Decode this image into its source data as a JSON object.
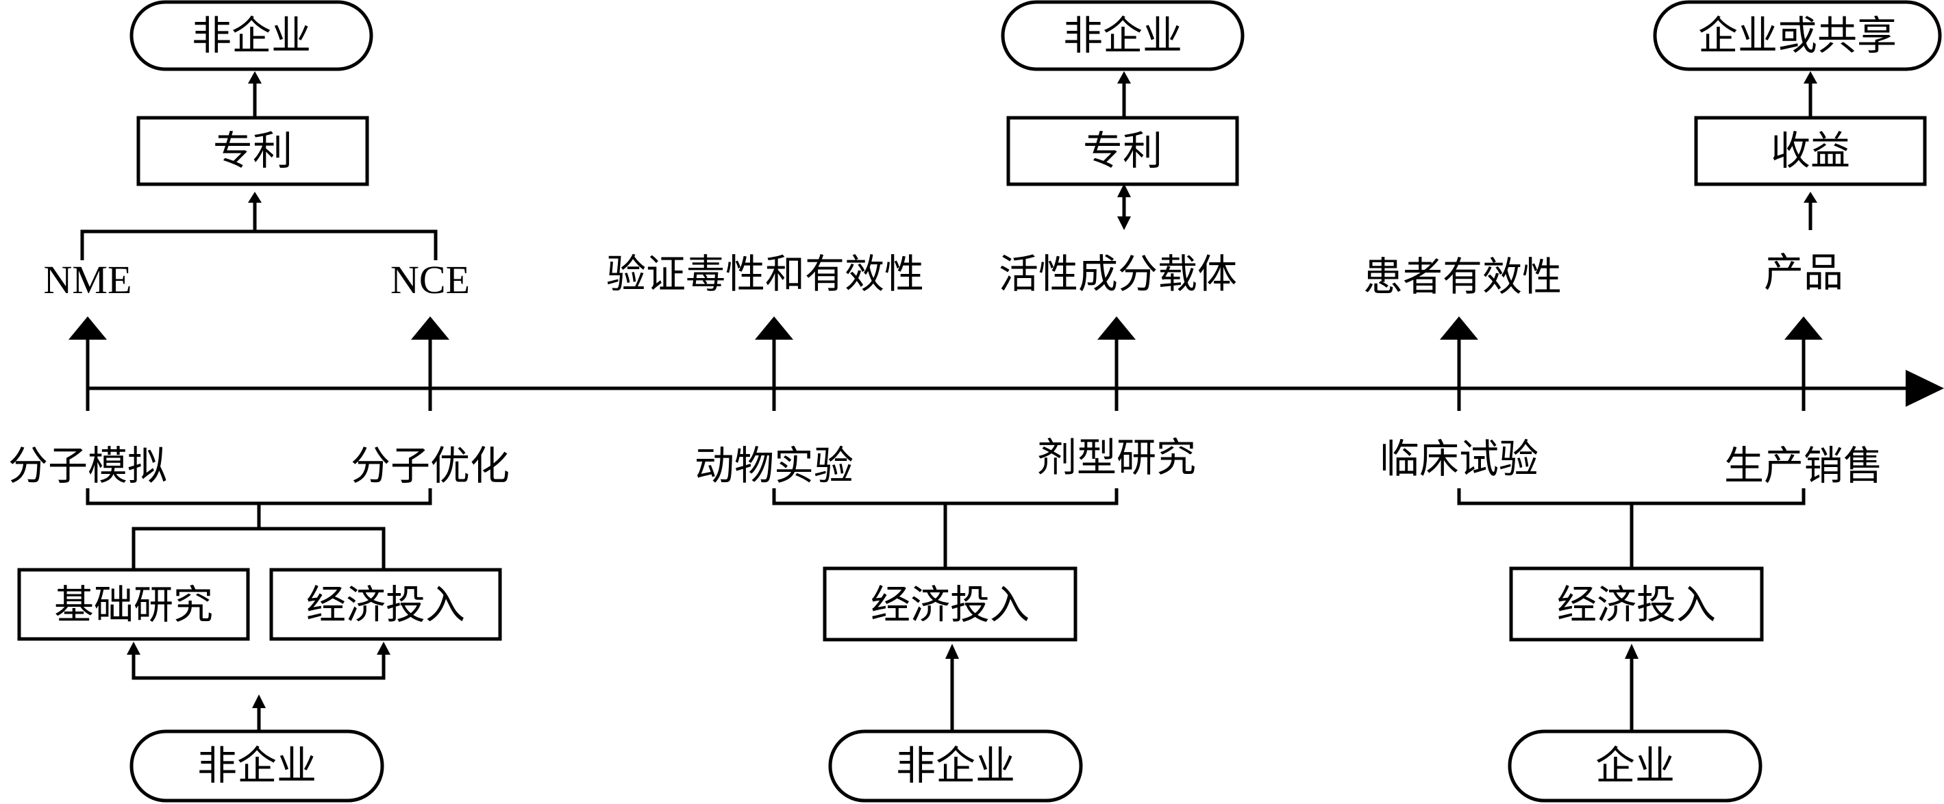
{
  "timeline": {
    "stages": [
      "分子模拟",
      "分子优化",
      "动物实验",
      "剂型研究",
      "临床试验",
      "生产销售"
    ],
    "outputs": [
      "NME",
      "NCE",
      "验证毒性和有效性",
      "活性成分载体",
      "患者有效性",
      "产品"
    ]
  },
  "top": {
    "g1": {
      "box": "专利",
      "owner": "非企业"
    },
    "g2": {
      "box": "专利",
      "owner": "非企业"
    },
    "g3": {
      "box": "收益",
      "owner": "企业或共享"
    }
  },
  "bottom": {
    "g1": {
      "boxes": [
        "基础研究",
        "经济投入"
      ],
      "source": "非企业"
    },
    "g2": {
      "box": "经济投入",
      "source": "非企业"
    },
    "g3": {
      "box": "经济投入",
      "source": "企业"
    }
  }
}
